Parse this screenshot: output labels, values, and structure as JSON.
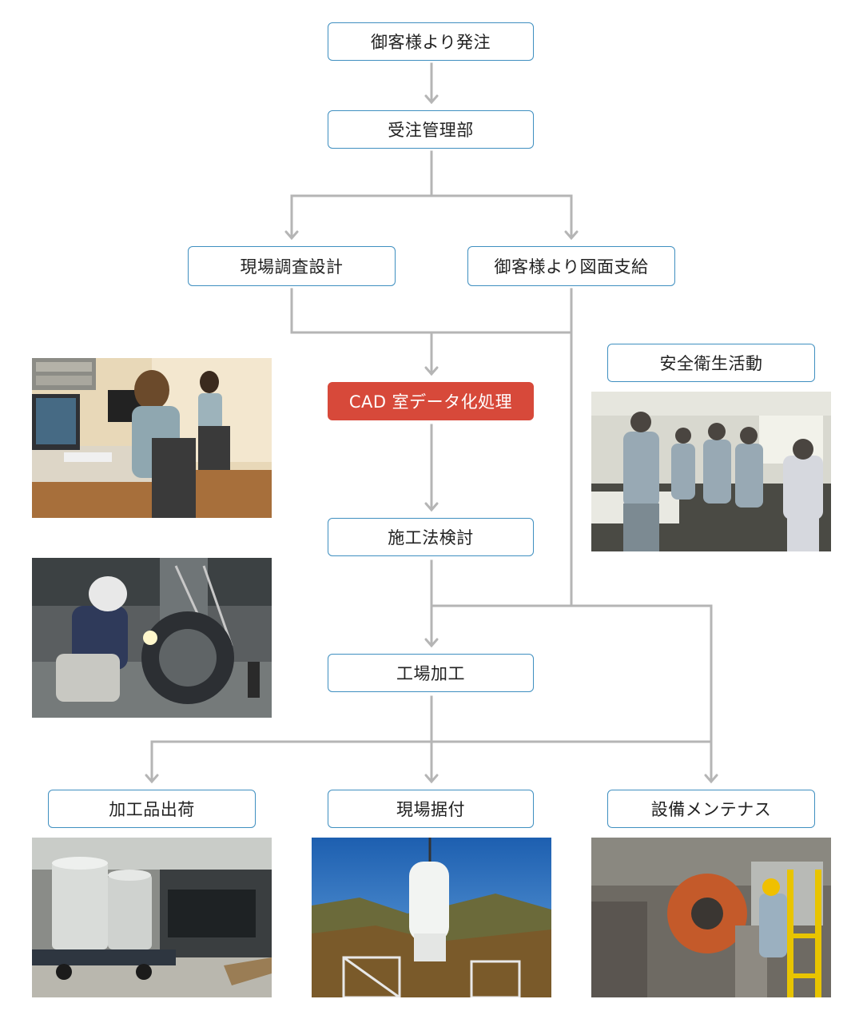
{
  "nodes": {
    "order": "御客様より発注",
    "order_mgmt": "受注管理部",
    "site_survey": "現場調査設計",
    "drawing_supply": "御客様より図面支給",
    "cad": "CAD 室データ化処理",
    "method": "施工法検討",
    "safety": "安全衛生活動",
    "factory": "工場加工",
    "shipping": "加工品出荷",
    "install": "現場据付",
    "maintenance": "設備メンテナス"
  },
  "colors": {
    "node_border": "#3f8fc0",
    "highlight": "#d7493a",
    "connector": "#b5b5b5"
  }
}
